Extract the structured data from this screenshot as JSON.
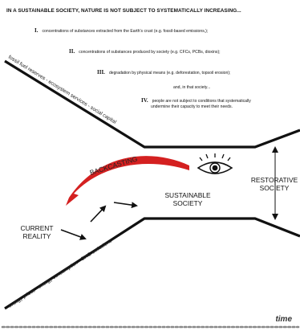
{
  "heading": "IN A SUSTAINABLE SOCIETY, NATURE IS NOT SUBJECT TO SYSTEMATICALLY INCREASING...",
  "conditions": [
    {
      "numeral": "I.",
      "text": "concentrations of substances extracted from the Earth's crust (e.g. fossil-based emissions,);"
    },
    {
      "numeral": "II.",
      "text": "concentrations of substances produced by society (e.g. CFCs, PCBs, dioxins);"
    },
    {
      "numeral": "III.",
      "text": "degradation by physical means (e.g. deforestation, topsoil erosion);"
    },
    {
      "numeral": "",
      "text": "and, in that society..."
    },
    {
      "numeral": "IV.",
      "text_line1": "people are not subject to conditions that systematically",
      "text_line2": "undermine their capacity to meet their needs."
    }
  ],
  "funnel": {
    "upper_wall_label": "fossil fuel reserves - ecosystem services - social capital",
    "lower_wall_label": "energy prices - energy consumption - GHG emissions"
  },
  "labels": {
    "backcasting": "BACKCASTING",
    "sustainable_line1": "SUSTAINABLE",
    "sustainable_line2": "SOCIETY",
    "restorative_line1": "RESTORATIVE",
    "restorative_line2": "SOCIETY",
    "current_line1": "CURRENT",
    "current_line2": "REALITY",
    "time": "time"
  },
  "colors": {
    "backcasting_arrow": "#d42020",
    "lines": "#111111",
    "time_dots": "#888888"
  }
}
